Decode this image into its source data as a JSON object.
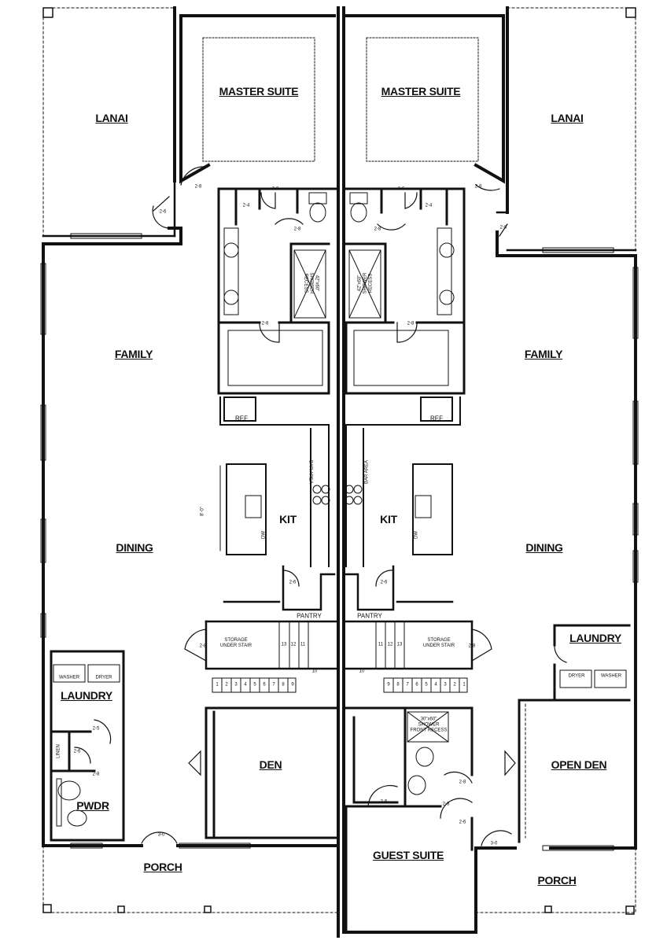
{
  "rooms": {
    "lanai_left": "LANAI",
    "lanai_right": "LANAI",
    "master_left": "MASTER SUITE",
    "master_right": "MASTER SUITE",
    "family_left": "FAMILY",
    "family_right": "FAMILY",
    "dining_left": "DINING",
    "dining_right": "DINING",
    "kit_left": "KIT",
    "kit_right": "KIT",
    "laundry_left": "LAUNDRY",
    "laundry_right": "LAUNDRY",
    "pwdr": "PWDR",
    "den": "DEN",
    "open_den": "OPEN DEN",
    "guest_suite": "GUEST SUITE",
    "porch_left": "PORCH",
    "porch_right": "PORCH"
  },
  "fixtures": {
    "ref": "REF",
    "pantry": "PANTRY",
    "storage": "STORAGE",
    "under_stair": "UNDER STAIR",
    "washer": "WASHER",
    "dryer": "DRYER",
    "linen": "LINEN",
    "dw": "DW",
    "shower_top": "42\"x60\"",
    "shower_mid": "SHOWER",
    "shower_bot": "RECESS",
    "guest_shower_top": "30\"x60\"",
    "guest_shower_mid": "SHOWER",
    "guest_shower_bot": "FRONT RECESS",
    "bar_left": "BAR AREA",
    "bar_right": "BAR AREA"
  },
  "doors": {
    "d28": "2-8",
    "d24": "2-4",
    "d26": "2-6",
    "d25": "2-5",
    "d30": "3-0"
  },
  "dims": {
    "island": "8'-0\""
  },
  "stairs_left": [
    "1",
    "2",
    "3",
    "4",
    "5",
    "6",
    "7",
    "8",
    "9"
  ],
  "stairs_left_upper": [
    "13",
    "12",
    "11"
  ],
  "stairs_right": [
    "9",
    "8",
    "7",
    "6",
    "5",
    "4",
    "3",
    "2",
    "1"
  ],
  "stairs_right_upper": [
    "11",
    "12",
    "13"
  ],
  "landing": "10"
}
